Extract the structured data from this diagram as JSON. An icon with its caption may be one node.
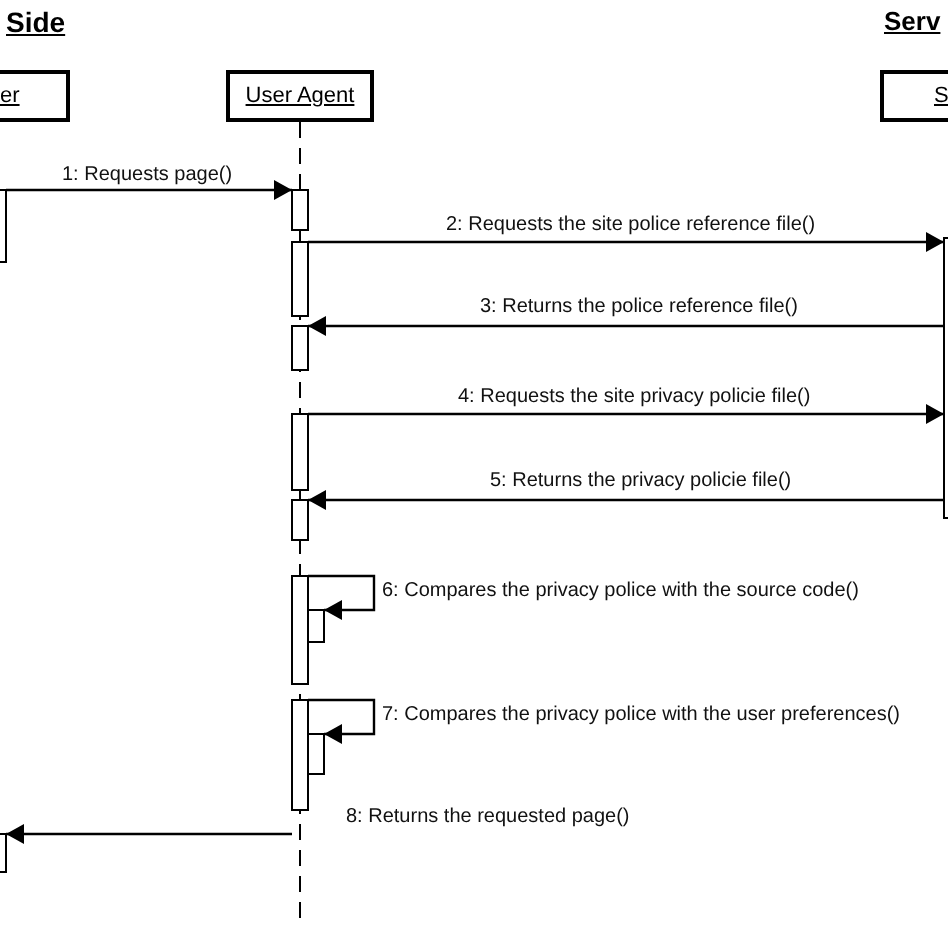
{
  "diagram": {
    "nodes": [
      {
        "text": [
          "er"
        ]
      },
      {
        "text": [
          "User Agent"
        ]
      },
      {
        "text": [
          "S"
        ]
      }
    ],
    "edges": [
      {
        "from": 0,
        "to": 1,
        "arrow": "to",
        "label": "1: Requests page()"
      },
      {
        "from": 1,
        "to": 2,
        "arrow": "to",
        "label": "2: Requests the site police reference file()"
      },
      {
        "from": 2,
        "to": 1,
        "arrow": "to",
        "label": "3: Returns the police reference file()"
      },
      {
        "from": 1,
        "to": 2,
        "arrow": "to",
        "label": "4: Requests the site privacy policie file()"
      },
      {
        "from": 2,
        "to": 1,
        "arrow": "to",
        "label": "5: Returns the privacy policie file()"
      },
      {
        "from": 1,
        "to": 1,
        "arrow": "to",
        "label": "6: Compares the privacy police with the source code()"
      },
      {
        "from": 1,
        "to": 1,
        "arrow": "to",
        "label": "7: Compares the privacy police with the user preferences()"
      },
      {
        "from": 1,
        "to": 0,
        "arrow": "to",
        "label": "8: Returns the requested page()"
      }
    ],
    "labels": [
      "Side",
      "Serv"
    ]
  }
}
